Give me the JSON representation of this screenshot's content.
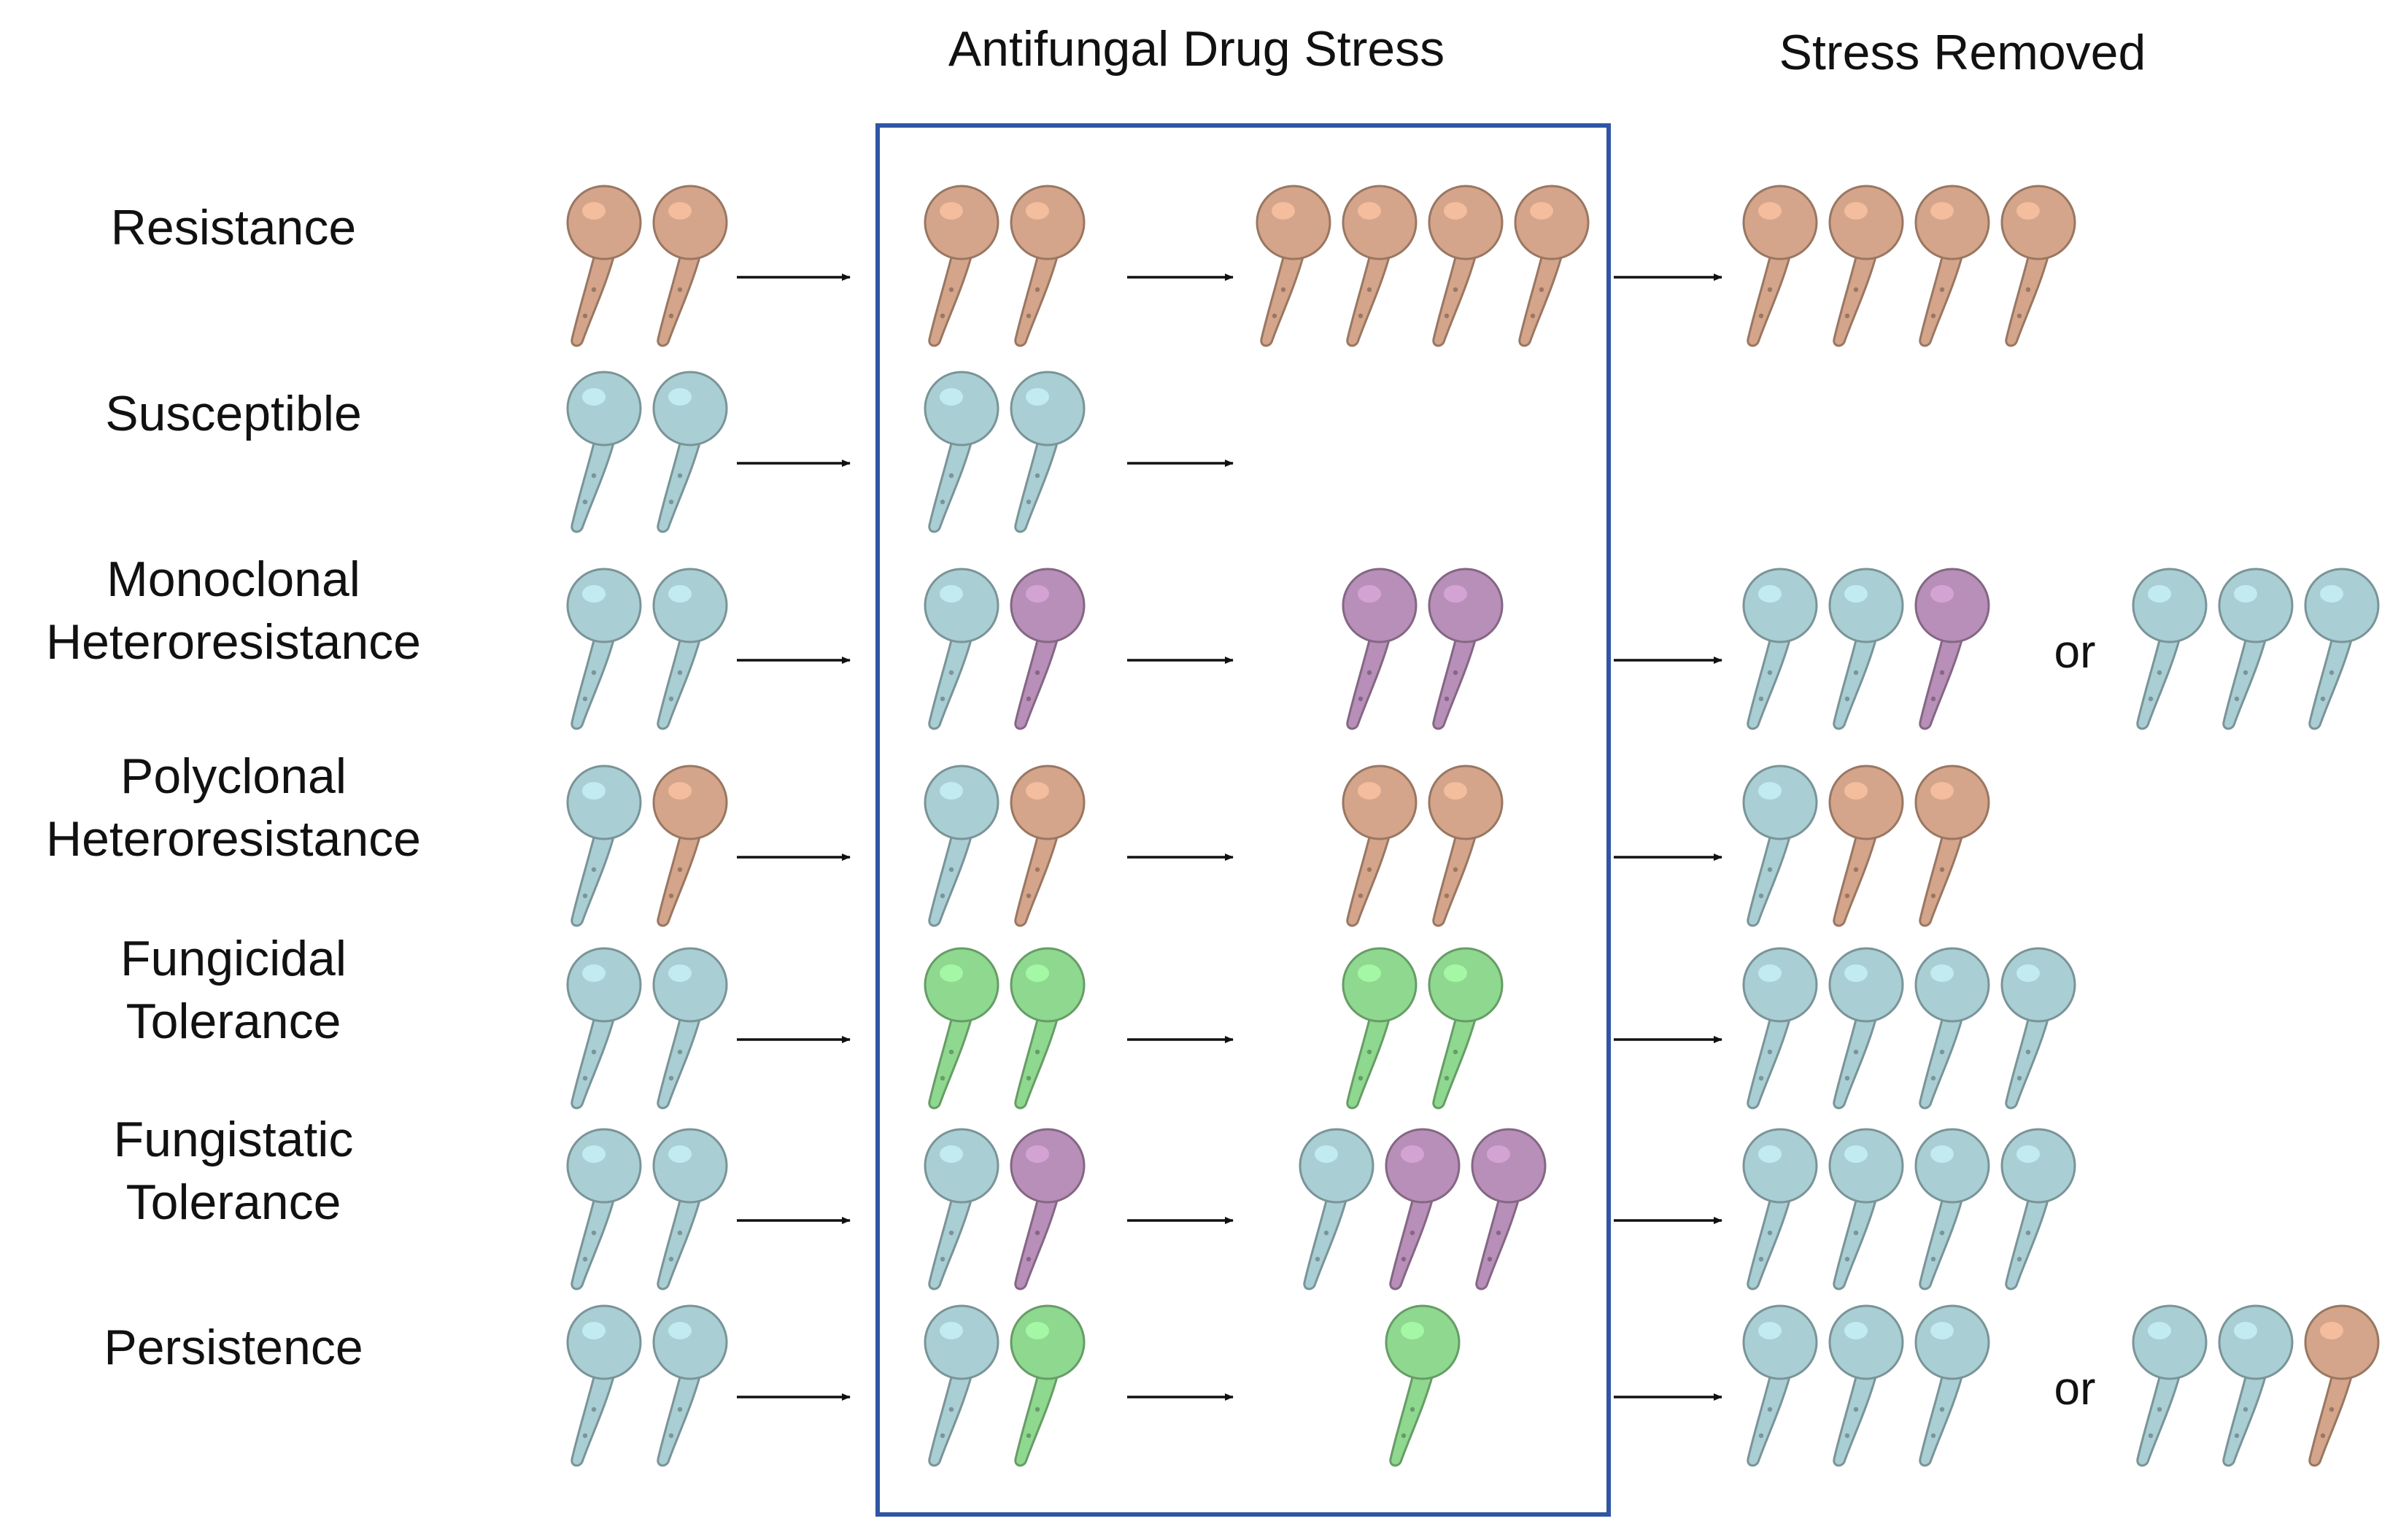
{
  "headers": {
    "drug_stress": "Antifungal Drug Stress",
    "stress_removed": "Stress Removed"
  },
  "colors": {
    "susceptible": "#a9ced3",
    "resistant": "#d4a58a",
    "heteroresistant": "#b88fb8",
    "tolerant": "#8fd88f",
    "frame": "#2f55a4",
    "arrow": "#111111"
  },
  "or_label": "or",
  "rows": [
    {
      "lines": [
        "Resistance"
      ],
      "before": [
        "resistant",
        "resistant"
      ],
      "stress_start": [
        "resistant",
        "resistant"
      ],
      "stress_end": [
        "resistant",
        "resistant",
        "resistant",
        "resistant"
      ],
      "removed": [
        [
          "resistant",
          "resistant",
          "resistant",
          "resistant"
        ]
      ]
    },
    {
      "lines": [
        "Susceptible"
      ],
      "before": [
        "susceptible",
        "susceptible"
      ],
      "stress_start": [
        "susceptible",
        "susceptible"
      ],
      "stress_end": [],
      "removed": []
    },
    {
      "lines": [
        "Monoclonal",
        "Heteroresistance"
      ],
      "before": [
        "susceptible",
        "susceptible"
      ],
      "stress_start": [
        "susceptible",
        "heteroresistant"
      ],
      "stress_end": [
        "heteroresistant",
        "heteroresistant"
      ],
      "removed": [
        [
          "susceptible",
          "susceptible",
          "heteroresistant"
        ],
        [
          "susceptible",
          "susceptible",
          "susceptible"
        ]
      ]
    },
    {
      "lines": [
        "Polyclonal",
        "Heteroresistance"
      ],
      "before": [
        "susceptible",
        "resistant"
      ],
      "stress_start": [
        "susceptible",
        "resistant"
      ],
      "stress_end": [
        "resistant",
        "resistant"
      ],
      "removed": [
        [
          "susceptible",
          "resistant",
          "resistant"
        ]
      ]
    },
    {
      "lines": [
        "Fungicidal",
        "Tolerance"
      ],
      "before": [
        "susceptible",
        "susceptible"
      ],
      "stress_start": [
        "tolerant",
        "tolerant"
      ],
      "stress_end": [
        "tolerant",
        "tolerant"
      ],
      "removed": [
        [
          "susceptible",
          "susceptible",
          "susceptible",
          "susceptible"
        ]
      ]
    },
    {
      "lines": [
        "Fungistatic",
        "Tolerance"
      ],
      "before": [
        "susceptible",
        "susceptible"
      ],
      "stress_start": [
        "susceptible",
        "heteroresistant"
      ],
      "stress_end": [
        "susceptible",
        "heteroresistant",
        "heteroresistant"
      ],
      "removed": [
        [
          "susceptible",
          "susceptible",
          "susceptible",
          "susceptible"
        ]
      ]
    },
    {
      "lines": [
        "Persistence"
      ],
      "before": [
        "susceptible",
        "susceptible"
      ],
      "stress_start": [
        "susceptible",
        "tolerant"
      ],
      "stress_end": [
        "tolerant"
      ],
      "removed": [
        [
          "susceptible",
          "susceptible",
          "susceptible"
        ],
        [
          "susceptible",
          "susceptible",
          "resistant"
        ]
      ]
    }
  ]
}
